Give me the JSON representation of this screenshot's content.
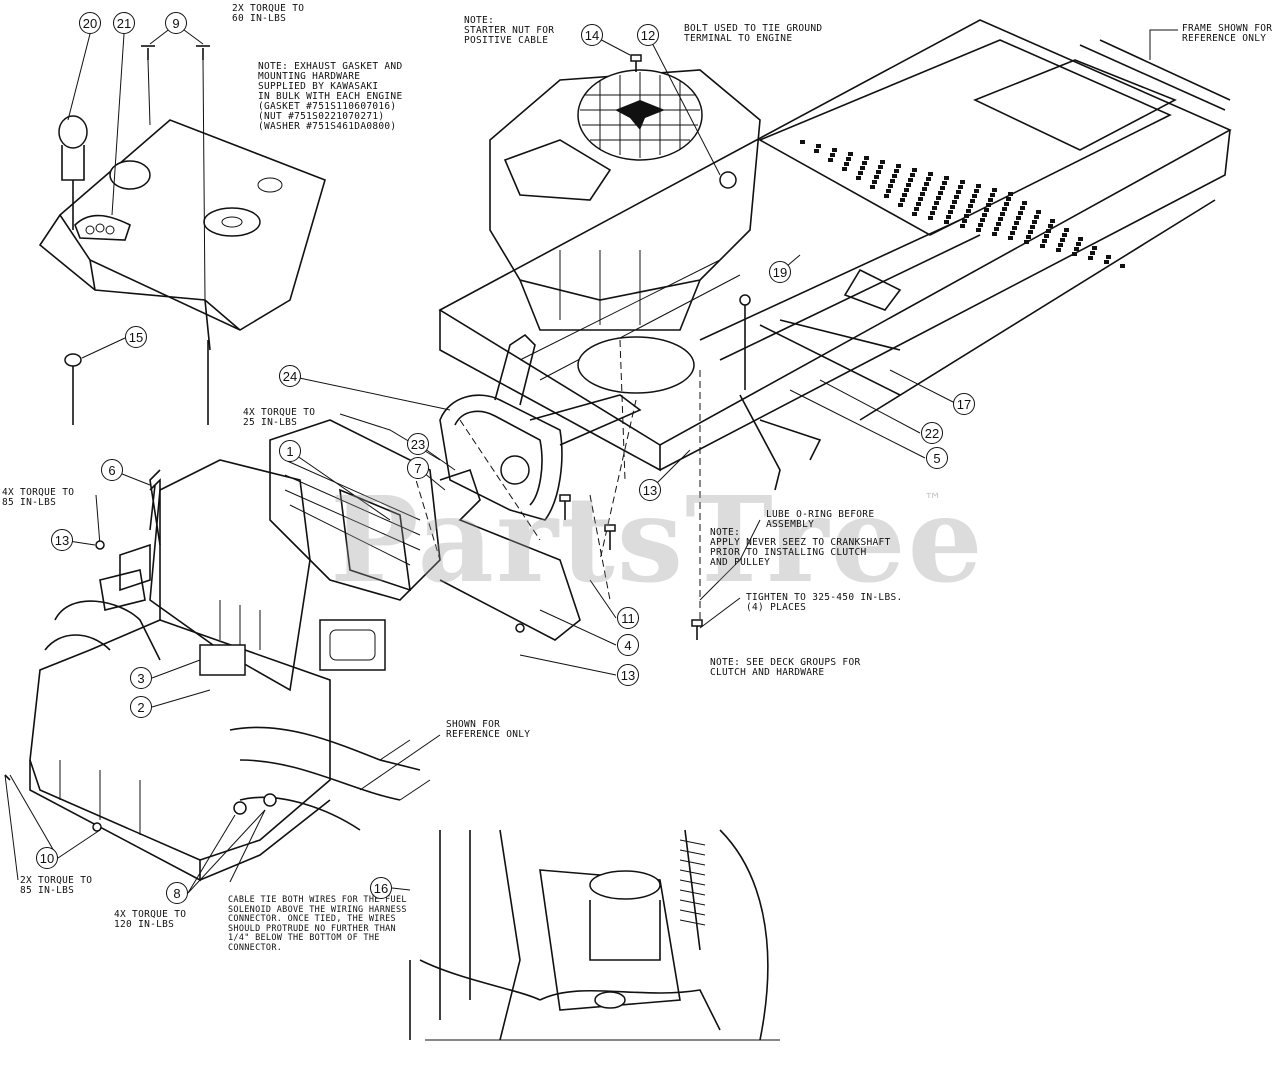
{
  "notes": {
    "torque_9": "2X TORQUE TO\n60 IN-LBS",
    "exhaust_gasket": "NOTE: EXHAUST GASKET AND\nMOUNTING HARDWARE\nSUPPLIED BY KAWASAKI\nIN BULK WITH EACH ENGINE\n(GASKET #751S110607016)\n(NUT #751S0221070271)\n(WASHER #751S461DA0800)",
    "starter_nut": "NOTE:\nSTARTER NUT FOR\nPOSITIVE CABLE",
    "bolt_ground": "BOLT USED TO TIE GROUND\nTERMINAL TO ENGINE",
    "frame_reference": "FRAME SHOWN FOR\nREFERENCE ONLY",
    "torque_4x_25": "4X TORQUE TO\n25 IN-LBS",
    "torque_4x_85": "4X TORQUE TO\n85 IN-LBS",
    "lube_oring": "LUBE O-RING BEFORE\nASSEMBLY",
    "never_seez": "NOTE:\nAPPLY NEVER SEEZ TO CRANKSHAFT\nPRIOR TO INSTALLING CLUTCH\nAND PULLEY",
    "tighten_325": "TIGHTEN TO 325-450 IN-LBS.\n(4) PLACES",
    "deck_groups": "NOTE: SEE DECK GROUPS FOR\nCLUTCH AND HARDWARE",
    "shown_reference": "SHOWN FOR\nREFERENCE ONLY",
    "torque_2x_85": "2X TORQUE TO\n85 IN-LBS",
    "torque_4x_120": "4X TORQUE TO\n120 IN-LBS",
    "cable_tie": "CABLE TIE BOTH WIRES FOR THE FUEL\nSOLENOID ABOVE THE WIRING HARNESS\nCONNECTOR. ONCE TIED, THE WIRES\nSHOULD PROTRUDE NO FURTHER THAN\n1/4\" BELOW THE BOTTOM OF THE\nCONNECTOR."
  },
  "callouts": [
    "20",
    "21",
    "9",
    "14",
    "12",
    "15",
    "19",
    "24",
    "1",
    "23",
    "7",
    "6",
    "13",
    "13",
    "13",
    "17",
    "22",
    "5",
    "11",
    "4",
    "13",
    "3",
    "2",
    "10",
    "8",
    "16"
  ],
  "watermark": "PartsTree",
  "trademark": "™"
}
